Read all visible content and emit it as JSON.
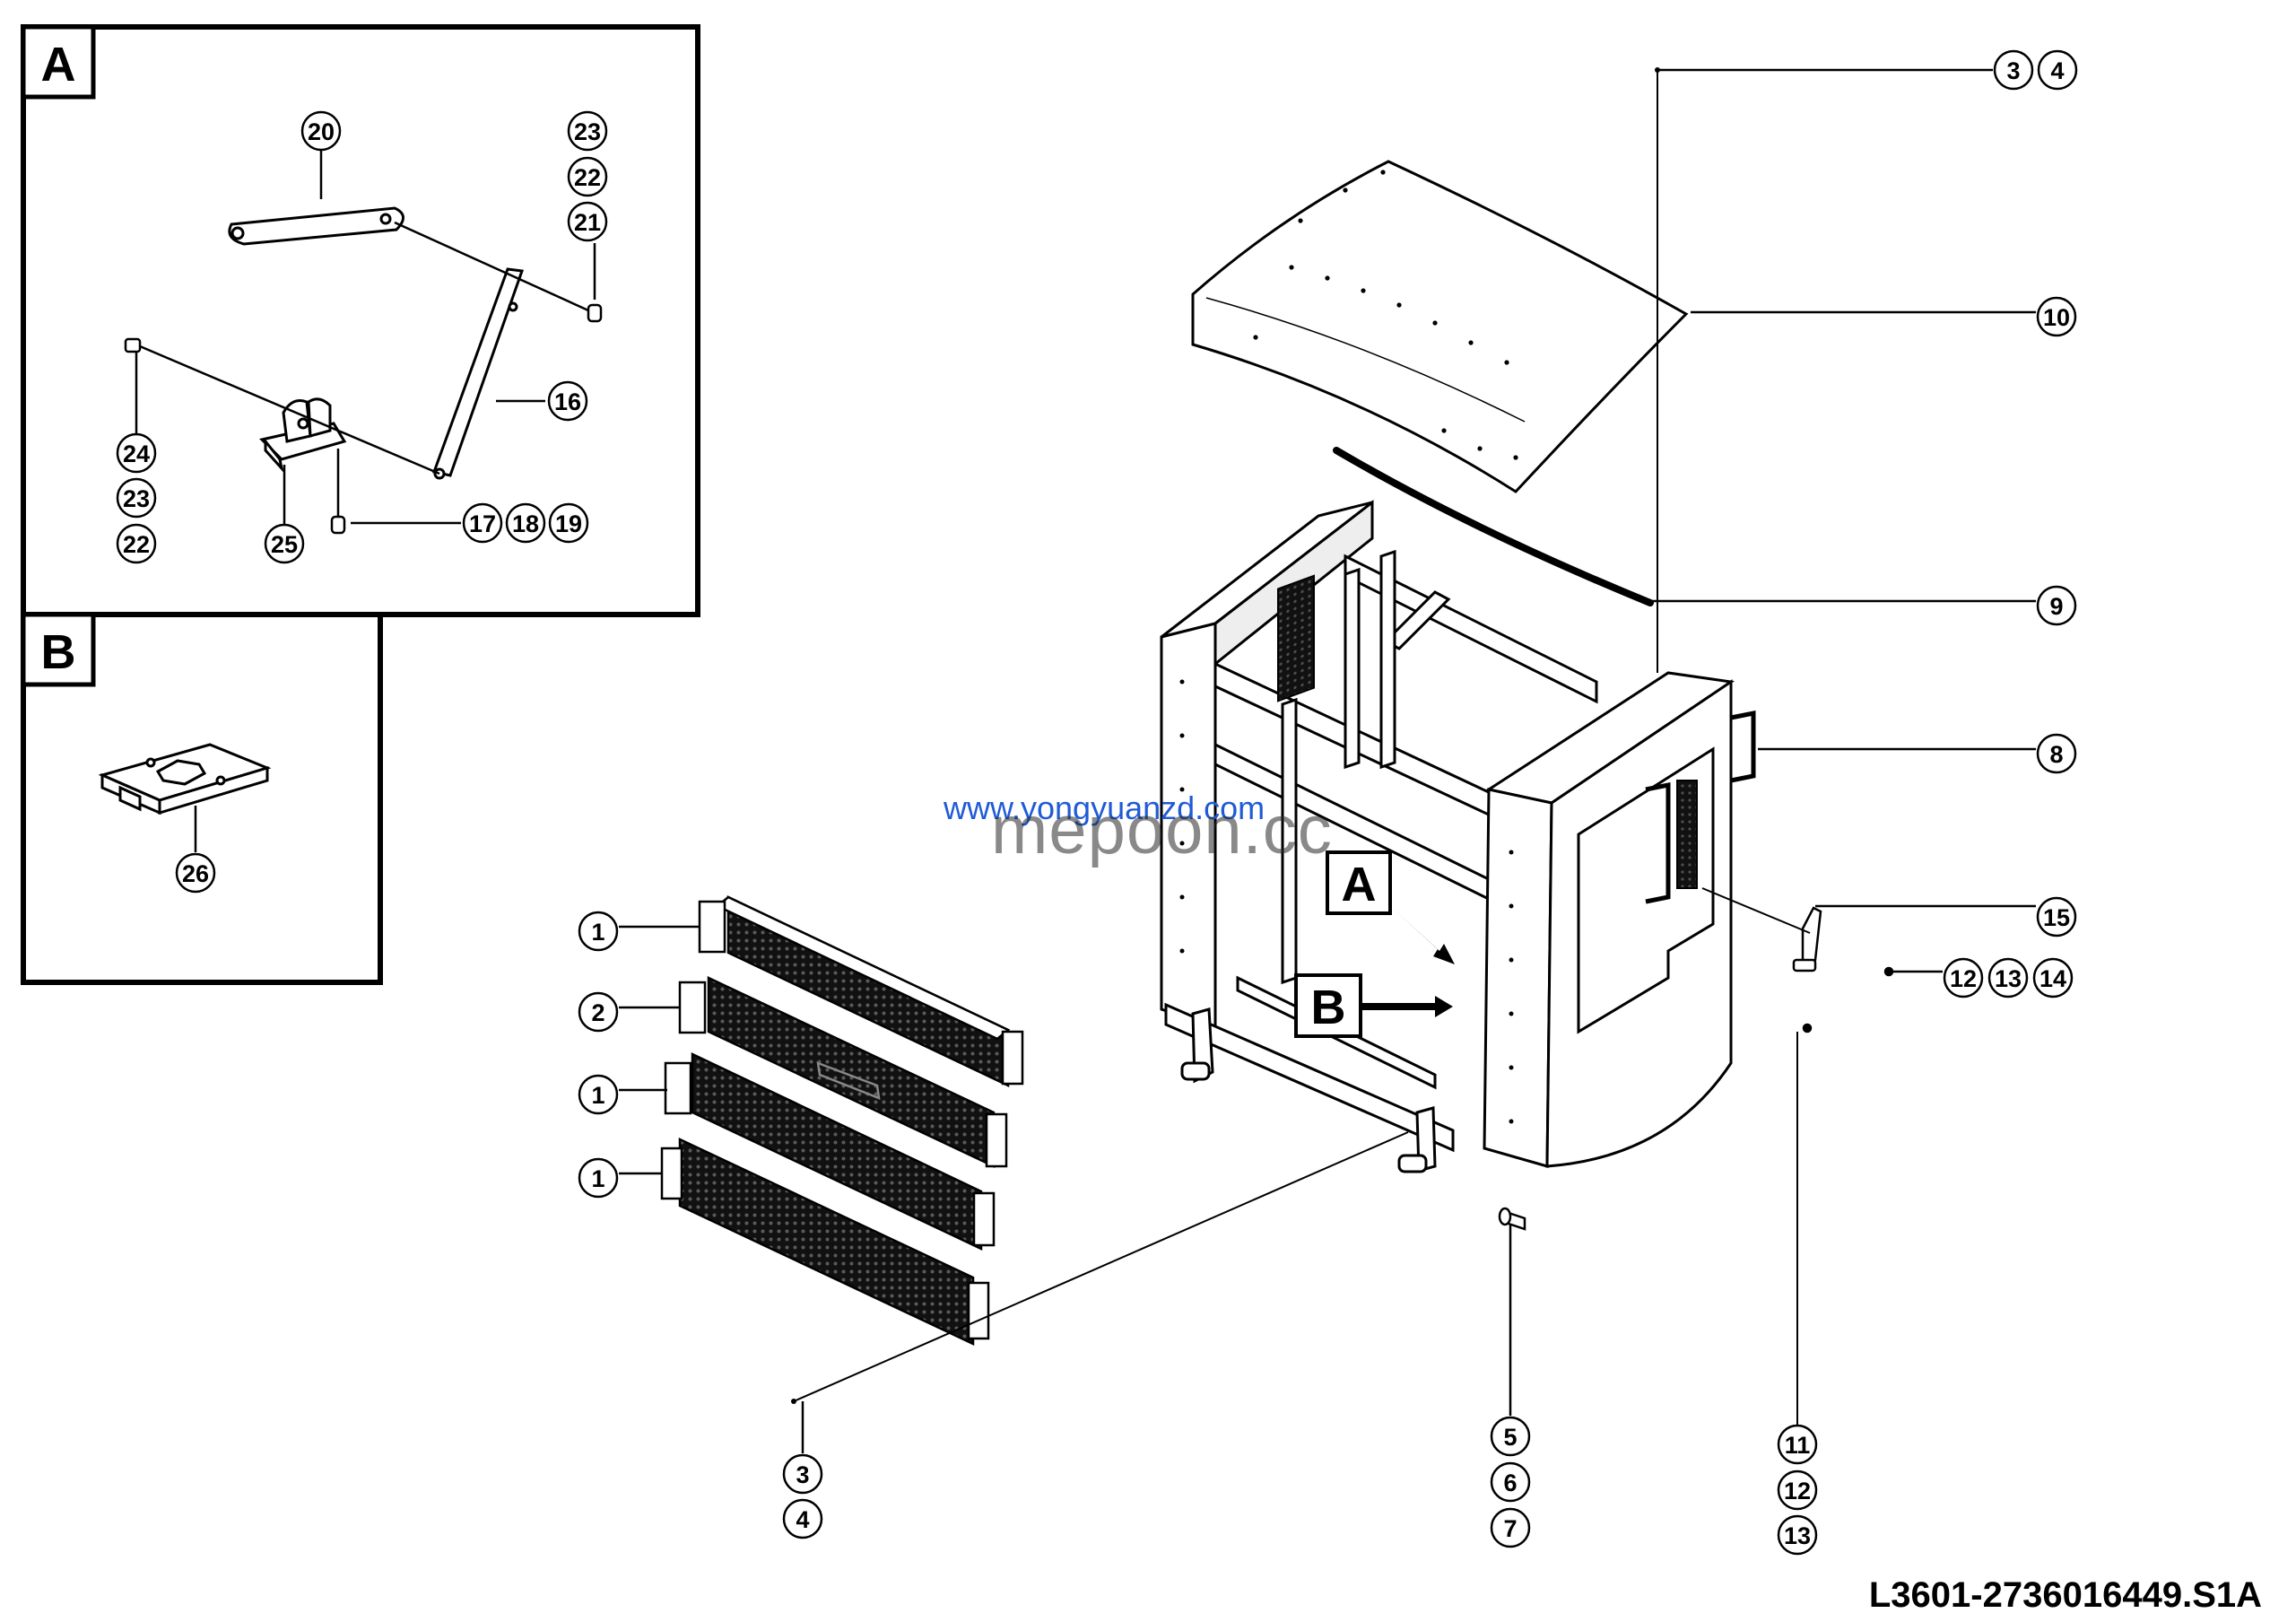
{
  "panels": {
    "a": {
      "letter": "A"
    },
    "b": {
      "letter": "B"
    }
  },
  "view_markers": {
    "a": "A",
    "b": "B"
  },
  "callouts": {
    "c20": "20",
    "c23a": "23",
    "c22a": "22",
    "c21": "21",
    "c16": "16",
    "c24": "24",
    "c23b": "23",
    "c22b": "22",
    "c25": "25",
    "c17": "17",
    "c18": "18",
    "c19": "19",
    "c26": "26",
    "c3top": "3",
    "c4top": "4",
    "c10": "10",
    "c9": "9",
    "c8": "8",
    "c15": "15",
    "c12a": "12",
    "c13a": "13",
    "c14": "14",
    "c1a": "1",
    "c2": "2",
    "c1b": "1",
    "c1c": "1",
    "c3bot": "3",
    "c4bot": "4",
    "c5": "5",
    "c6": "6",
    "c7": "7",
    "c11": "11",
    "c12b": "12",
    "c13b": "13"
  },
  "watermark": {
    "url": "www.yongyuanzd.com",
    "brand": "mepoon.cc"
  },
  "drawing_code": "L3601-2736016449.S1A"
}
